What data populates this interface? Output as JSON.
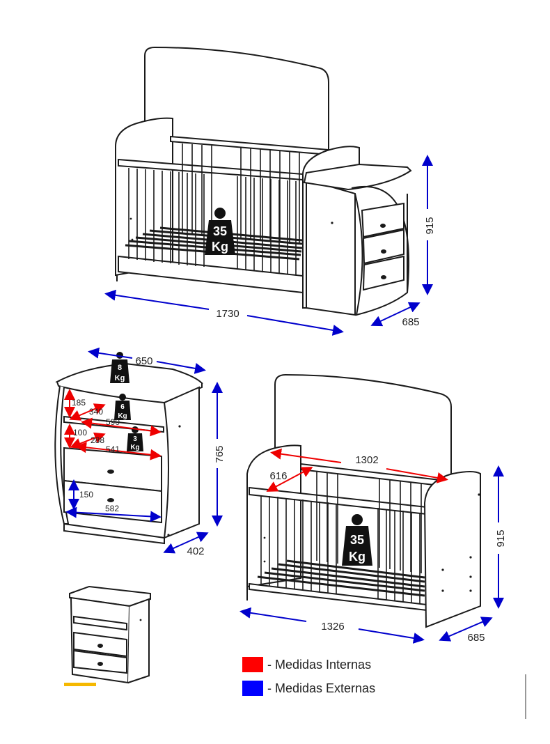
{
  "colors": {
    "internal": "#ff0000",
    "external": "#0000cc",
    "line": "#1a1a1a"
  },
  "crib_with_changer": {
    "weight": {
      "value": "35",
      "unit": "Kg"
    },
    "dims": {
      "width": "1730",
      "height": "915",
      "depth": "685"
    }
  },
  "dresser": {
    "top_weight": {
      "value": "8",
      "unit": "Kg"
    },
    "shelf_weight": {
      "value": "6",
      "unit": "Kg"
    },
    "drawer_weight": {
      "value": "3",
      "unit": "Kg"
    },
    "dims": {
      "width": "650",
      "height": "765",
      "depth": "402",
      "shelf_height": "185",
      "shelf_depth": "340",
      "shelf_width": "590",
      "drawer_height": "100",
      "drawer_depth": "288",
      "drawer_width": "541",
      "bottom_height": "150",
      "bottom_width": "582"
    }
  },
  "crib": {
    "weight": {
      "value": "35",
      "unit": "Kg"
    },
    "dims": {
      "inner_length": "1302",
      "inner_width": "616",
      "width": "1326",
      "height": "915",
      "depth": "685"
    }
  },
  "legend": {
    "internal_label": "- Medidas Internas",
    "external_label": "- Medidas Externas"
  }
}
